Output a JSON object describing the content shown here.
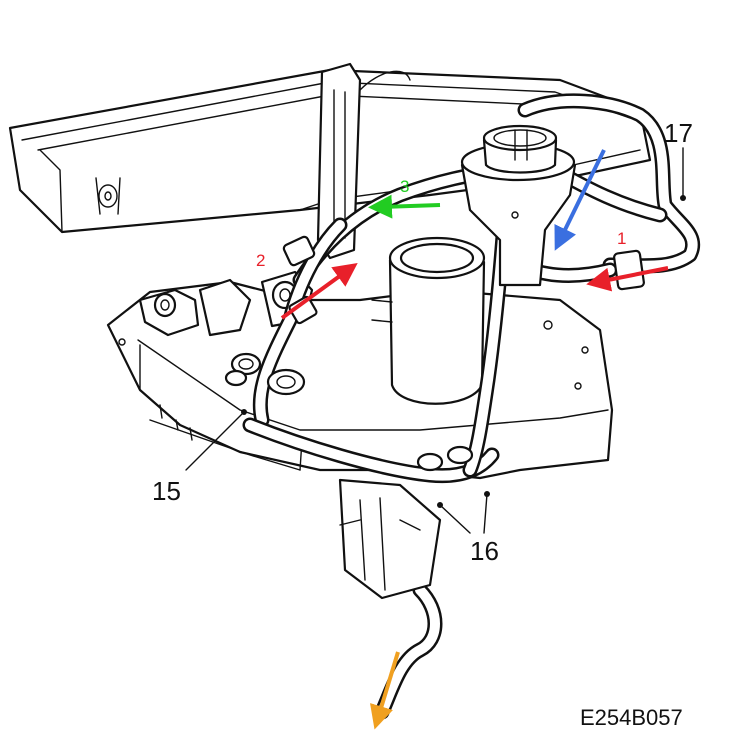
{
  "diagram": {
    "callouts": {
      "c15": "15",
      "c16": "16",
      "c17": "17"
    },
    "flow_arrows": [
      {
        "label": "1",
        "color": "#e8202a"
      },
      {
        "label": "2",
        "color": "#e8202a"
      },
      {
        "label": "3",
        "color": "#22cc22"
      },
      {
        "label": "",
        "color": "#3a6fe0"
      },
      {
        "label": "",
        "color": "#f0a020"
      }
    ],
    "figure_code": "E254B057"
  }
}
